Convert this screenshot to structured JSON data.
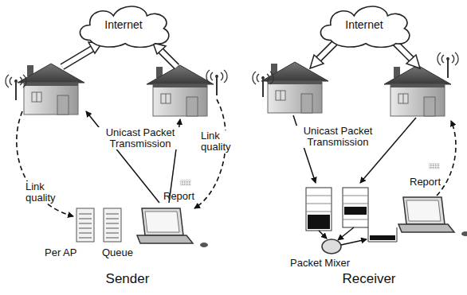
{
  "diagram": {
    "nodes": [
      {
        "text": [
          "Internet"
        ]
      },
      {
        "text": [
          "Internet"
        ]
      }
    ],
    "labels": [
      "Unicast Packet Transmission",
      "Link quality",
      "Link quality",
      "Report",
      "Per AP",
      "Queue",
      "Sender",
      "Unicast Packet Transmission",
      "Report",
      "Packet Mixer",
      "Receiver"
    ]
  }
}
